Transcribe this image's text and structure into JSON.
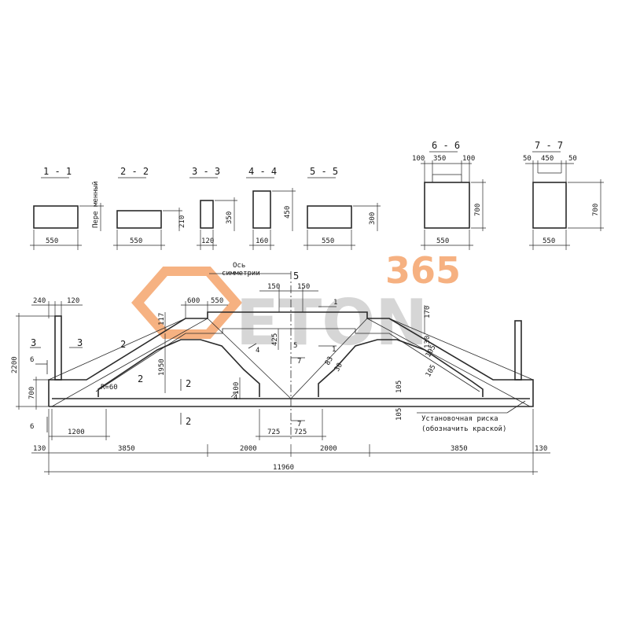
{
  "watermark": {
    "number": "365",
    "brand": "ETON",
    "brand_color": "#f5a46c",
    "gray_color": "#cfcfcf"
  },
  "sections": [
    {
      "title": "1 - 1",
      "width": "550",
      "height": "Пере менный"
    },
    {
      "title": "2 - 2",
      "width": "550",
      "height": "210"
    },
    {
      "title": "3 - 3",
      "width": "120",
      "height": "350"
    },
    {
      "title": "4 - 4",
      "width": "160",
      "height": "450"
    },
    {
      "title": "5 - 5",
      "width": "550",
      "height": "300"
    },
    {
      "title": "6 - 6",
      "top": [
        "100",
        "350",
        "100"
      ],
      "width": "550",
      "height": "700"
    },
    {
      "title": "7 - 7",
      "top": [
        "50",
        "450",
        "50"
      ],
      "width": "550",
      "height": "700"
    }
  ],
  "elevation": {
    "axis_label": [
      "Ось",
      "симметрии"
    ],
    "install_mark": [
      "Установочная риска",
      "(обозначить краской)"
    ],
    "radius": "R=60",
    "dims": {
      "d240": "240",
      "d120": "120",
      "d600": "600",
      "d550": "550",
      "d150a": "150",
      "d150b": "150",
      "d2200": "2200",
      "d700": "700",
      "d117": "117",
      "d1950": "1950",
      "d100": "100",
      "d425": "425",
      "d170": "170",
      "d130": "130",
      "d105a": "105",
      "d105b": "105",
      "d105c": "105",
      "d105d": "105",
      "d83": "83",
      "d30": "30",
      "d1200": "1200",
      "d725a": "725",
      "d725b": "725",
      "d130l": "130",
      "d3850a": "3850",
      "d2000a": "2000",
      "d2000b": "2000",
      "d3850b": "3850",
      "d130r": "130",
      "total": "11960"
    },
    "cuts": {
      "c1": "1",
      "c2": "2",
      "c3": "3",
      "c4": "4",
      "c5": "5",
      "c6": "6",
      "c7": "7"
    }
  }
}
